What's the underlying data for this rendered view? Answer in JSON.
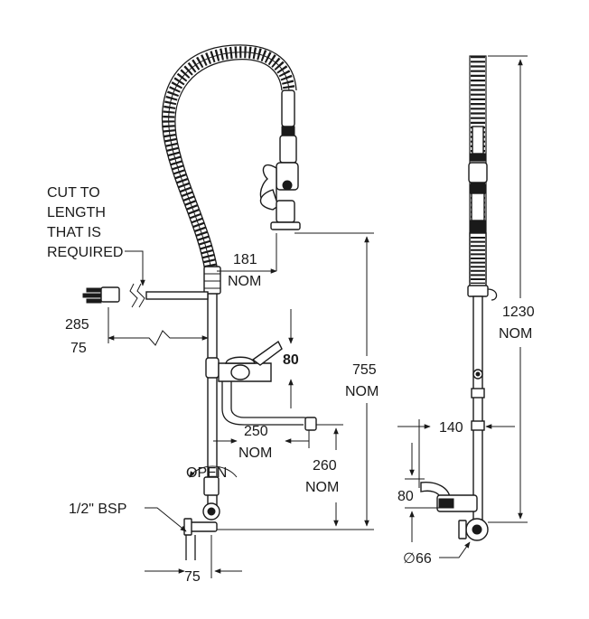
{
  "labels": {
    "cut_line1": "CUT TO",
    "cut_line2": "LENGTH",
    "cut_line3": "THAT IS",
    "cut_line4": "REQUIRED",
    "d181": "181",
    "d181_nom": "NOM",
    "d285": "285",
    "d75_left": "75",
    "d80_top": "80",
    "d755": "755",
    "d755_nom": "NOM",
    "d250": "250",
    "d250_nom": "NOM",
    "open": "OPEN",
    "d260": "260",
    "d260_nom": "NOM",
    "bsp": "1/2\" BSP",
    "d75_bottom": "75",
    "d1230": "1230",
    "d1230_nom": "NOM",
    "d140": "140",
    "d80_side": "80",
    "d66": "∅66"
  }
}
